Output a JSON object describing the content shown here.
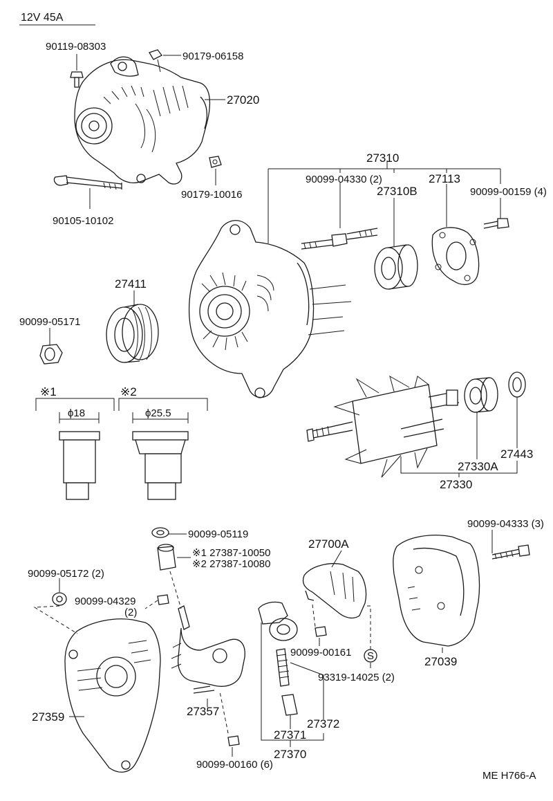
{
  "header": {
    "spec": "12V  45A"
  },
  "footer": {
    "ref_code": "ME H766-A"
  },
  "labels": {
    "p90119_08303": "90119-08303",
    "p90179_06158": "90179-06158",
    "p27020": "27020",
    "p90105_10102": "90105-10102",
    "p90179_10016": "90179-10016",
    "p27310": "27310",
    "p90099_04330": "90099-04330 (2)",
    "p27310B": "27310B",
    "p27113": "27113",
    "p90099_00159": "90099-00159 (4)",
    "p27411": "27411",
    "p90099_05171": "90099-05171",
    "p27330A": "27330A",
    "p27443": "27443",
    "p27330": "27330",
    "p90099_05119": "90099-05119",
    "p27387_a": "※1 27387-10050",
    "p27387_b": "※2 27387-10080",
    "p27700A": "27700A",
    "p90099_04333": "90099-04333 (3)",
    "p90099_05172": "90099-05172 (2)",
    "p90099_04329": "90099-04329",
    "p90099_04329_qty": "(2)",
    "p90099_00161": "90099-00161",
    "p93319_14025": "93319-14025 (2)",
    "p27039": "27039",
    "p27359": "27359",
    "p27357": "27357",
    "p27372": "27372",
    "p27371": "27371",
    "p27370": "27370",
    "p90099_00160": "90099-00160 (6)",
    "s_symbol": "S"
  },
  "variants": {
    "v1_mark": "※1",
    "v1_dim": "ϕ18",
    "v2_mark": "※2",
    "v2_dim": "ϕ25.5"
  }
}
